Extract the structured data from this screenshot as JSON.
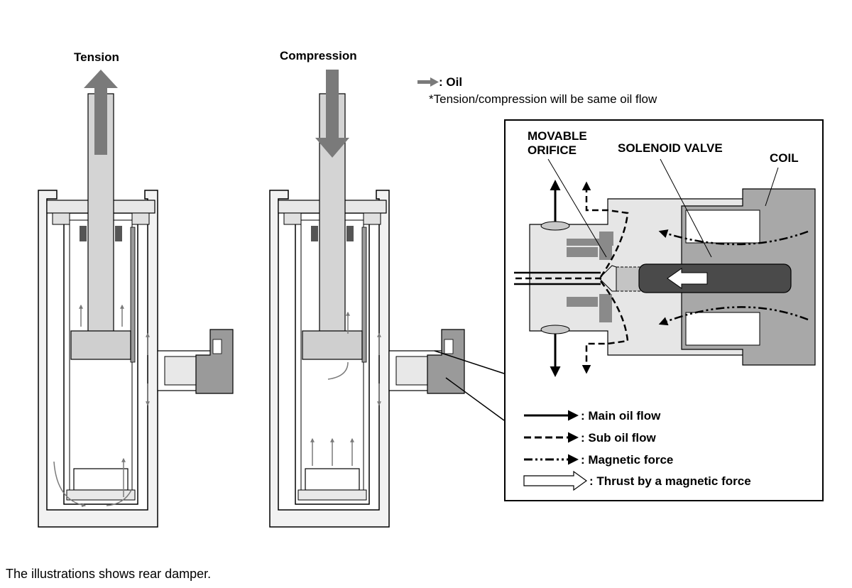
{
  "labels": {
    "tension": "Tension",
    "compression": "Compression",
    "oil_legend": ": Oil",
    "oil_note": "*Tension/compression will be same oil flow",
    "movable_orifice_line1": "MOVABLE",
    "movable_orifice_line2": "ORIFICE",
    "solenoid_valve": "SOLENOID VALVE",
    "coil": "COIL"
  },
  "legend": [
    {
      "style": "solid",
      "label": ": Main oil flow"
    },
    {
      "style": "dashed",
      "label": ": Sub oil flow"
    },
    {
      "style": "dash-dot-dot",
      "label": ": Magnetic force"
    },
    {
      "style": "hollow-arrow",
      "label": ": Thrust by a magnetic force"
    }
  ],
  "caption": "The illustrations shows rear damper.",
  "colors": {
    "shade_light": "#e8e8e8",
    "shade_mid": "#c8c8c8",
    "shade_dark": "#888888",
    "shade_darker": "#555555",
    "line": "#000000",
    "arrow_gray": "#7a7a7a"
  }
}
